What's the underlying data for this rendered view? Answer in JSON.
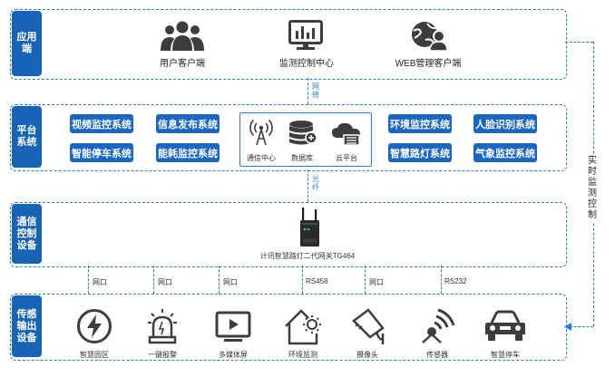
{
  "layers": {
    "app": {
      "label": "应用端"
    },
    "platform": {
      "label": "平台系统"
    },
    "comm": {
      "label": "通信控制设备"
    },
    "sensor": {
      "label": "传感输出设备"
    }
  },
  "app_items": [
    {
      "icon": "users-icon",
      "label": "用户客户端"
    },
    {
      "icon": "monitor-dashboard-icon",
      "label": "监测控制中心"
    },
    {
      "icon": "web-client-icon",
      "label": "WEB管理客户端"
    }
  ],
  "platform_left": [
    "视频监控系统",
    "信息发布系统",
    "智能停车系统",
    "能耗监控系统"
  ],
  "platform_right": [
    "环境监控系统",
    "人脸识别系统",
    "智慧路灯系统",
    "气象监控系统"
  ],
  "platform_center": [
    {
      "icon": "antenna-icon",
      "label": "通信中心"
    },
    {
      "icon": "database-icon",
      "label": "数据库"
    },
    {
      "icon": "cloud-icon",
      "label": "云平台"
    }
  ],
  "links": {
    "network": "网络",
    "fiber": "光纤",
    "realtime": "实时监测控制"
  },
  "gateway": {
    "label": "计讯智慧路灯二代网关TG464"
  },
  "ports": [
    "网口",
    "网口",
    "网口",
    "RS458",
    "网口",
    "RS232"
  ],
  "sensor_items": [
    {
      "icon": "lightning-icon",
      "label": "智慧园区"
    },
    {
      "icon": "alarm-light-icon",
      "label": "一键报警"
    },
    {
      "icon": "play-screen-icon",
      "label": "多媒体屏"
    },
    {
      "icon": "house-sun-icon",
      "label": "环境监测"
    },
    {
      "icon": "camera-icon",
      "label": "摄像头"
    },
    {
      "icon": "signal-sensor-icon",
      "label": "传感器"
    },
    {
      "icon": "car-icon",
      "label": "智慧停车"
    }
  ],
  "colors": {
    "accent": "#1764b6",
    "dashed": "#2a7fd0",
    "icon": "#3d3d3d"
  }
}
